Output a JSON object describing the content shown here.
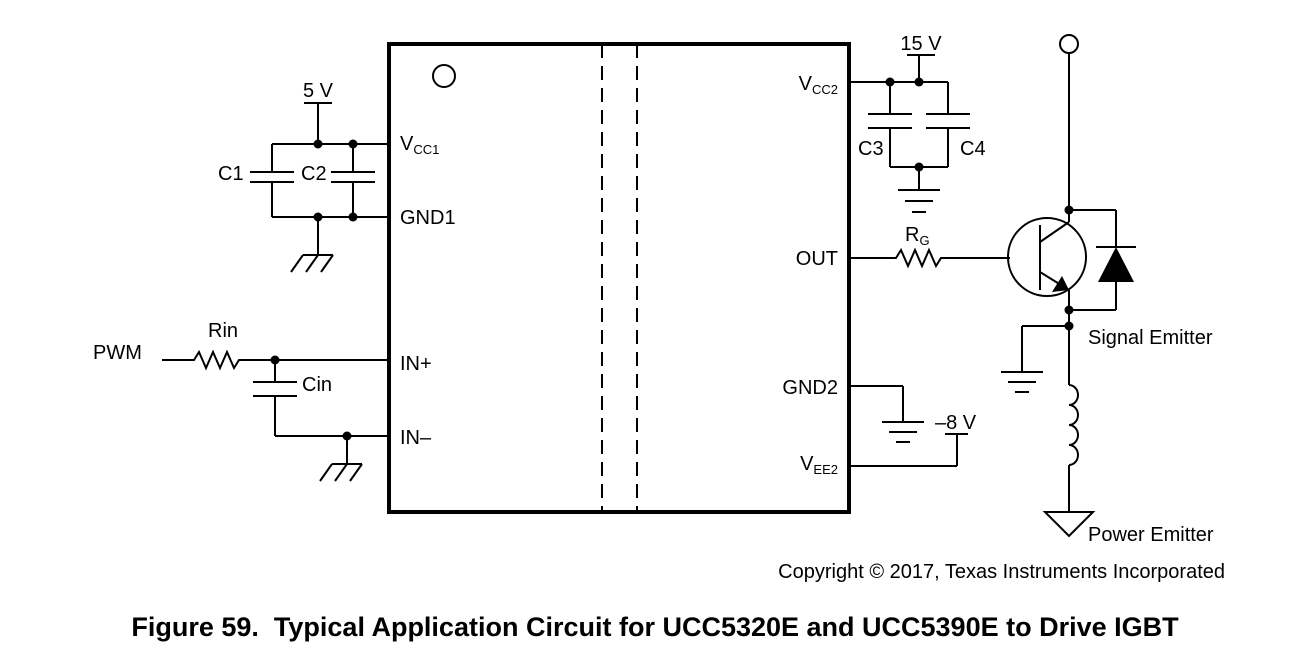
{
  "diagram": {
    "type": "circuit-schematic",
    "ic": {
      "pins_left": {
        "vcc1": {
          "main": "V",
          "sub": "CC1"
        },
        "gnd1": "GND1",
        "in_plus": "IN+",
        "in_minus": "IN–"
      },
      "pins_right": {
        "vcc2": {
          "main": "V",
          "sub": "CC2"
        },
        "out": "OUT",
        "gnd2": "GND2",
        "vee2": {
          "main": "V",
          "sub": "EE2"
        }
      }
    },
    "supplies": {
      "vcc1": "5 V",
      "vcc2": "15 V",
      "vee2": "–8 V"
    },
    "components": {
      "c1": "C1",
      "c2": "C2",
      "c3": "C3",
      "c4": "C4",
      "cin": "Cin",
      "rin": "Rin",
      "rg": {
        "main": "R",
        "sub": "G"
      }
    },
    "signals": {
      "pwm": "PWM",
      "signal_emitter": "Signal Emitter",
      "power_emitter": "Power Emitter"
    }
  },
  "copyright": "Copyright © 2017, Texas Instruments Incorporated",
  "caption": "Figure 59.  Typical Application Circuit for UCC5320E and UCC5390E to Drive IGBT"
}
